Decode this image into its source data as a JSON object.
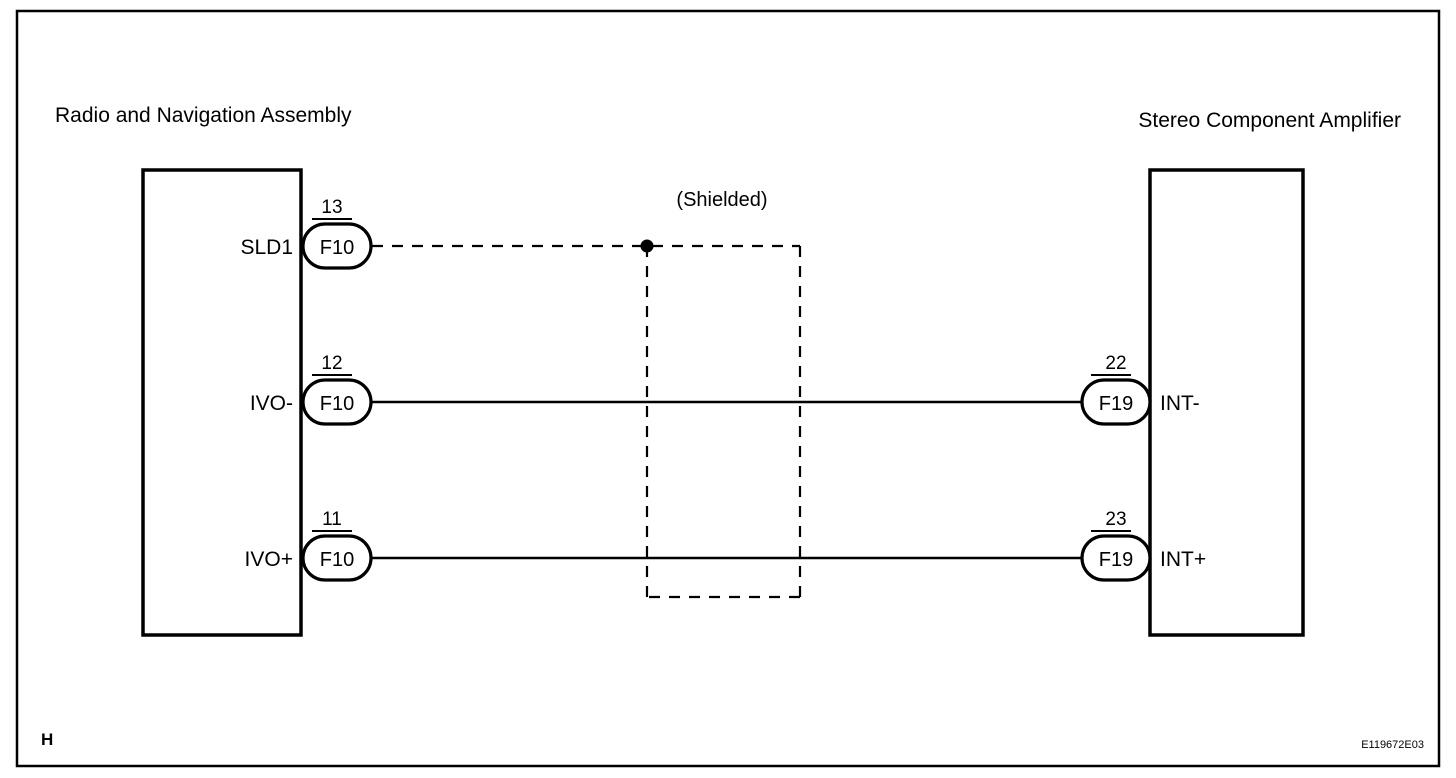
{
  "diagram": {
    "title_left": "Radio and Navigation Assembly",
    "title_right": "Stereo Component Amplifier",
    "shield_label": "(Shielded)",
    "corner_letter": "H",
    "reference_code": "E119672E03",
    "line_color": "#000000",
    "background_color": "#ffffff",
    "connections": [
      {
        "left_pin_name": "SLD1",
        "left_terminal_number": "13",
        "left_connector_code": "F10",
        "right_pin_name": "",
        "right_terminal_number": "",
        "right_connector_code": "",
        "wire_style": "dashed"
      },
      {
        "left_pin_name": "IVO-",
        "left_terminal_number": "12",
        "left_connector_code": "F10",
        "right_pin_name": "INT-",
        "right_terminal_number": "22",
        "right_connector_code": "F19",
        "wire_style": "solid"
      },
      {
        "left_pin_name": "IVO+",
        "left_terminal_number": "11",
        "left_connector_code": "F10",
        "right_pin_name": "INT+",
        "right_terminal_number": "23",
        "right_connector_code": "F19",
        "wire_style": "solid"
      }
    ]
  }
}
